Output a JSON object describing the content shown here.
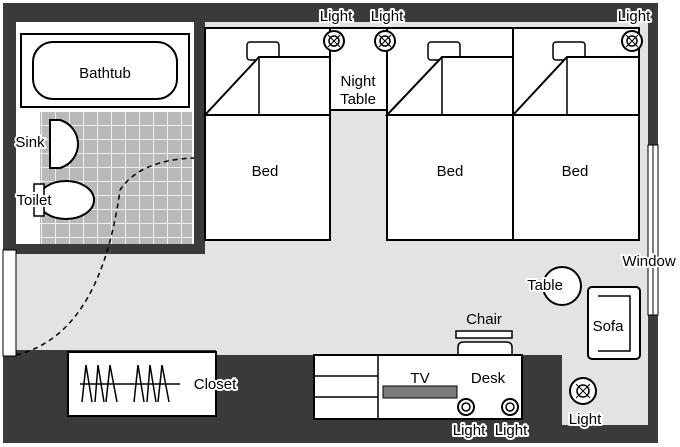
{
  "labels": {
    "bathtub": "Bathtub",
    "sink": "Sink",
    "toilet": "Toilet",
    "bed": "Bed",
    "night_table": [
      "Night",
      "Table"
    ],
    "light": "Light",
    "window": "Window",
    "table": "Table",
    "chair": "Chair",
    "sofa": "Sofa",
    "tv": "TV",
    "desk": "Desk",
    "closet": "Closet"
  },
  "colors": {
    "wall": "#3a3a3a",
    "floor": "#e3e3e3",
    "tile": "#b9b9b9",
    "furniture": "#ffffff",
    "tv_bar": "#7a7a7a",
    "outline": "#000000"
  }
}
